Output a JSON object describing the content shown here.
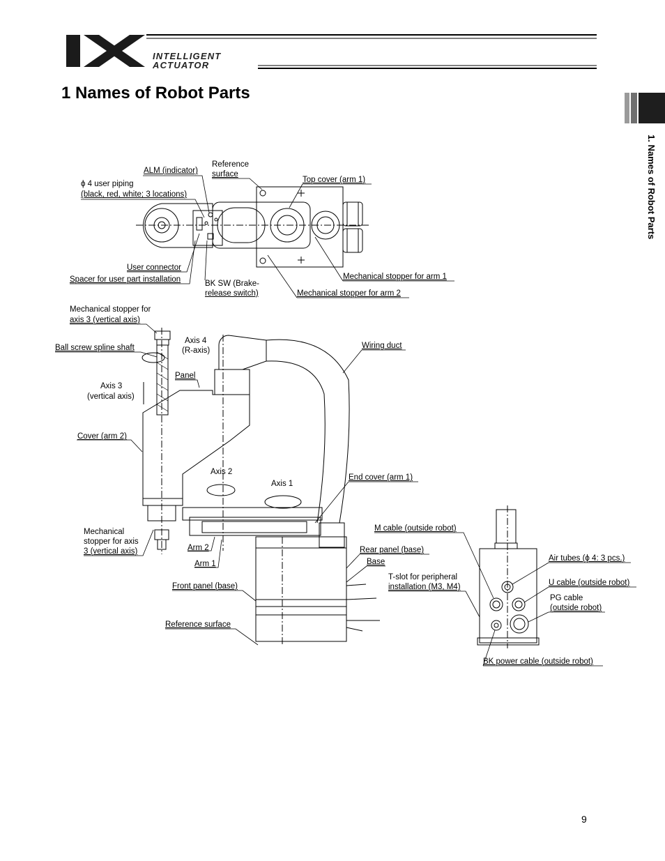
{
  "header": {
    "logo_top": "INTELLIGENT",
    "logo_bottom": "ACTUATOR"
  },
  "page_title": "1    Names of Robot Parts",
  "section_side_label": "1. Names of Robot Parts",
  "labels": {
    "alm": "ALM (indicator)",
    "ref_surface_top_1": "Reference",
    "ref_surface_top_2": "surface",
    "piping_1": "ϕ 4 user piping",
    "piping_2": "(black, red, white; 3 locations)",
    "top_cover": "Top cover (arm 1)",
    "user_connector": "User connector",
    "spacer": "Spacer for user part installation",
    "bk_sw_1": "BK SW (Brake-",
    "bk_sw_2": "release switch)",
    "stopper_arm1": "Mechanical stopper for arm 1",
    "stopper_arm2": "Mechanical stopper for arm 2",
    "stopper_axis3_top_1": "Mechanical stopper for",
    "stopper_axis3_top_2": "axis 3 (vertical axis)",
    "ball_screw": "Ball screw spline shaft",
    "axis4_1": "Axis 4",
    "axis4_2": "(R-axis)",
    "wiring_duct": "Wiring duct",
    "panel": "Panel",
    "axis3_1": "Axis 3",
    "axis3_2": "(vertical axis)",
    "cover_arm2": "Cover (arm 2)",
    "axis2": "Axis 2",
    "axis1": "Axis 1",
    "end_cover": "End cover (arm 1)",
    "m_cable": "M cable (outside robot)",
    "stopper_axis3_bot_1": "Mechanical",
    "stopper_axis3_bot_2": "stopper for axis",
    "stopper_axis3_bot_3": "3 (vertical axis)",
    "arm2": "Arm 2",
    "rear_panel": "Rear panel (base)",
    "air_tubes": "Air tubes (ϕ 4: 3 pcs.)",
    "arm1": "Arm 1",
    "base": "Base",
    "tslot_1": "T-slot for peripheral",
    "tslot_2": "installation (M3, M4)",
    "u_cable": "U cable (outside robot)",
    "front_panel": "Front panel (base)",
    "pg_cable_1": "PG cable",
    "pg_cable_2": "(outside robot)",
    "ref_surface_bottom": "Reference surface",
    "bk_power": "BK power cable (outside robot)"
  },
  "page_number": "9"
}
